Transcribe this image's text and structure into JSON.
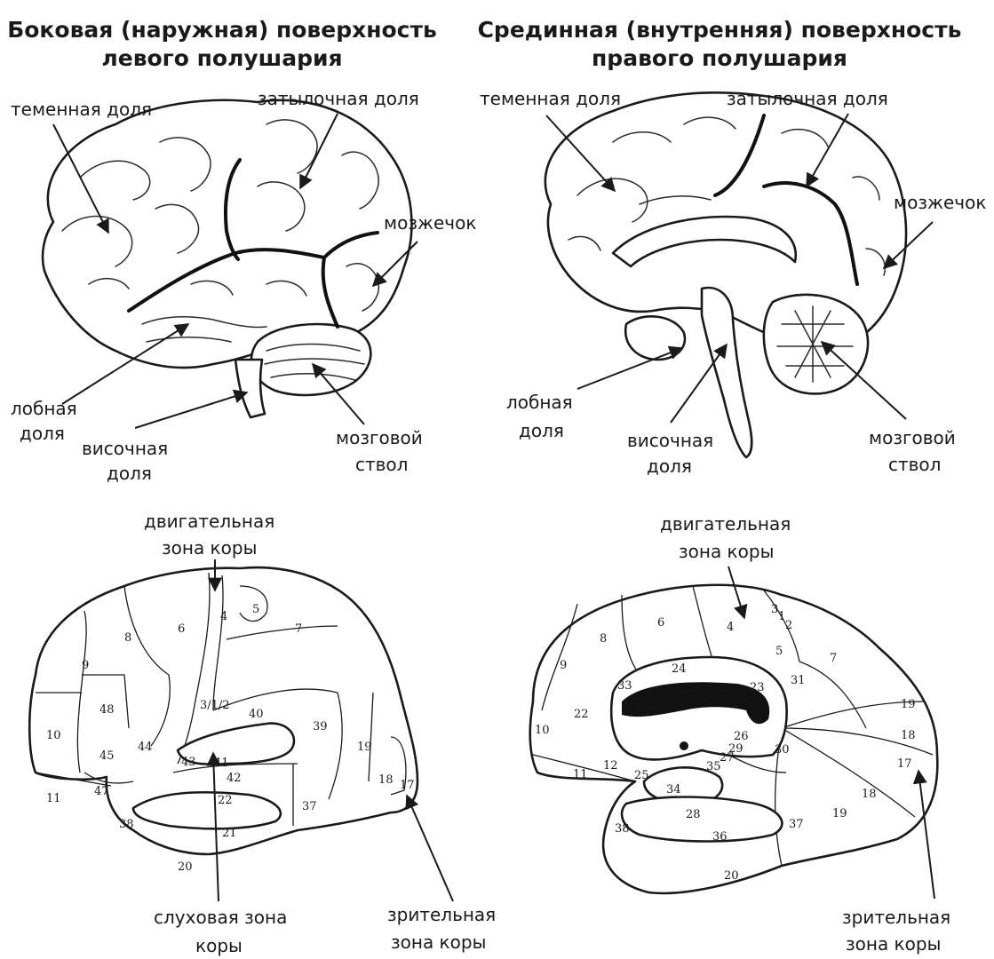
{
  "titles": {
    "left_line1": "Боковая (наружная) поверхность",
    "left_line2": "левого полушария",
    "right_line1": "Срединная (внутренняя) поверхность",
    "right_line2": "правого полушария"
  },
  "top_left_labels": {
    "parietal": "теменная доля",
    "occipital": "затылочная доля",
    "cerebellum": "мозжечок",
    "frontal_1": "лобная",
    "frontal_2": "доля",
    "temporal_1": "височная",
    "temporal_2": "доля",
    "stem_1": "мозговой",
    "stem_2": "ствол"
  },
  "top_right_labels": {
    "parietal": "теменная доля",
    "occipital": "затылочная доля",
    "cerebellum": "мозжечок",
    "frontal_1": "лобная",
    "frontal_2": "доля",
    "temporal_1": "височная",
    "temporal_2": "доля",
    "stem_1": "мозговой",
    "stem_2": "ствол"
  },
  "bottom_left_labels": {
    "motor_1": "двигательная",
    "motor_2": "зона коры",
    "auditory_1": "слуховая зона",
    "auditory_2": "коры",
    "visual_1": "зрительная",
    "visual_2": "зона коры"
  },
  "bottom_right_labels": {
    "motor_1": "двигательная",
    "motor_2": "зона коры",
    "visual_1": "зрительная",
    "visual_2": "зона коры"
  },
  "areas_left": [
    "4",
    "6",
    "5",
    "7",
    "8",
    "9",
    "10",
    "48",
    "45",
    "44",
    "3/1/2",
    "40",
    "39",
    "19",
    "18",
    "17",
    "43",
    "41",
    "42",
    "22",
    "21",
    "20",
    "37",
    "38",
    "47",
    "11"
  ],
  "areas_right": [
    "6",
    "4",
    "3",
    "1",
    "2",
    "5",
    "7",
    "8",
    "9",
    "24",
    "23",
    "31",
    "33",
    "10",
    "22",
    "26",
    "29",
    "27",
    "30",
    "35",
    "19",
    "18",
    "17",
    "12",
    "11",
    "25",
    "34",
    "28",
    "36",
    "38",
    "37",
    "19",
    "18",
    "20"
  ]
}
